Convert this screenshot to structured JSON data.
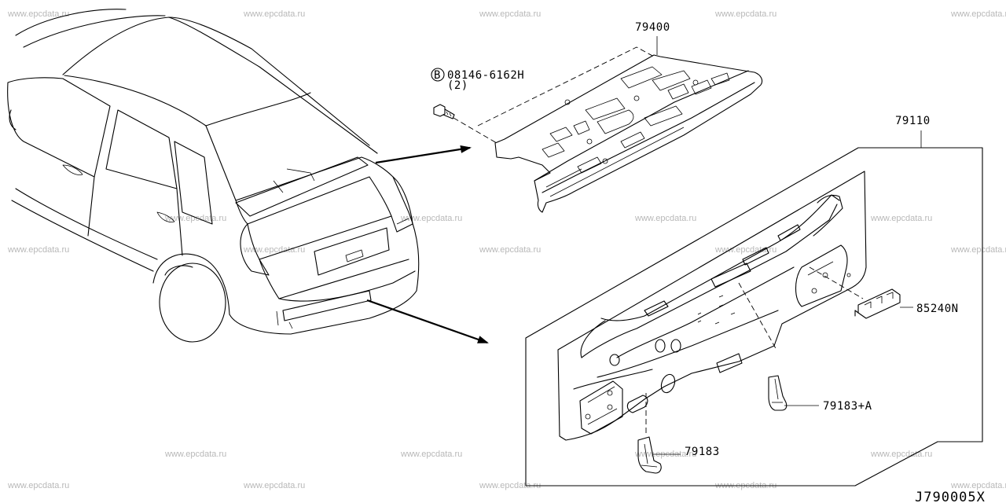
{
  "watermark": "www.epcdata.ru",
  "labels": {
    "rear_parcel_shelf": "79400",
    "bolt_part_no": "08146-6162H",
    "bolt_qty": "(2)",
    "bolt_badge": "B",
    "rear_panel": "79110",
    "bracket_85240n": "85240N",
    "bracket_79183a": "79183+A",
    "bracket_79183": "79183"
  },
  "diagram_code": "J790005X"
}
